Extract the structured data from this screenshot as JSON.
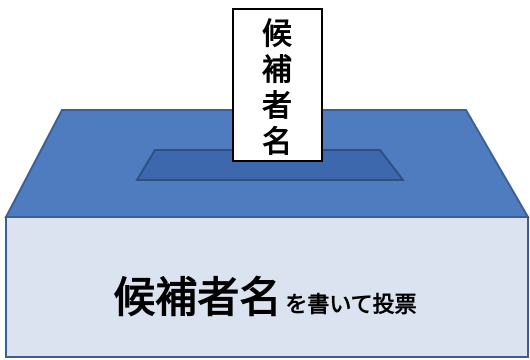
{
  "ballot": {
    "chars": [
      "候",
      "補",
      "者",
      "名"
    ]
  },
  "box_label": {
    "large": "候補者名",
    "small": "を書いて投票"
  },
  "colors": {
    "box_top_fill": "#4f7bbf",
    "box_front_fill": "#dbe3f1",
    "box_stroke": "#3a5f95",
    "slot_fill": "#3d68ad",
    "ballot_fill": "#ffffff",
    "ballot_stroke": "#000000"
  }
}
